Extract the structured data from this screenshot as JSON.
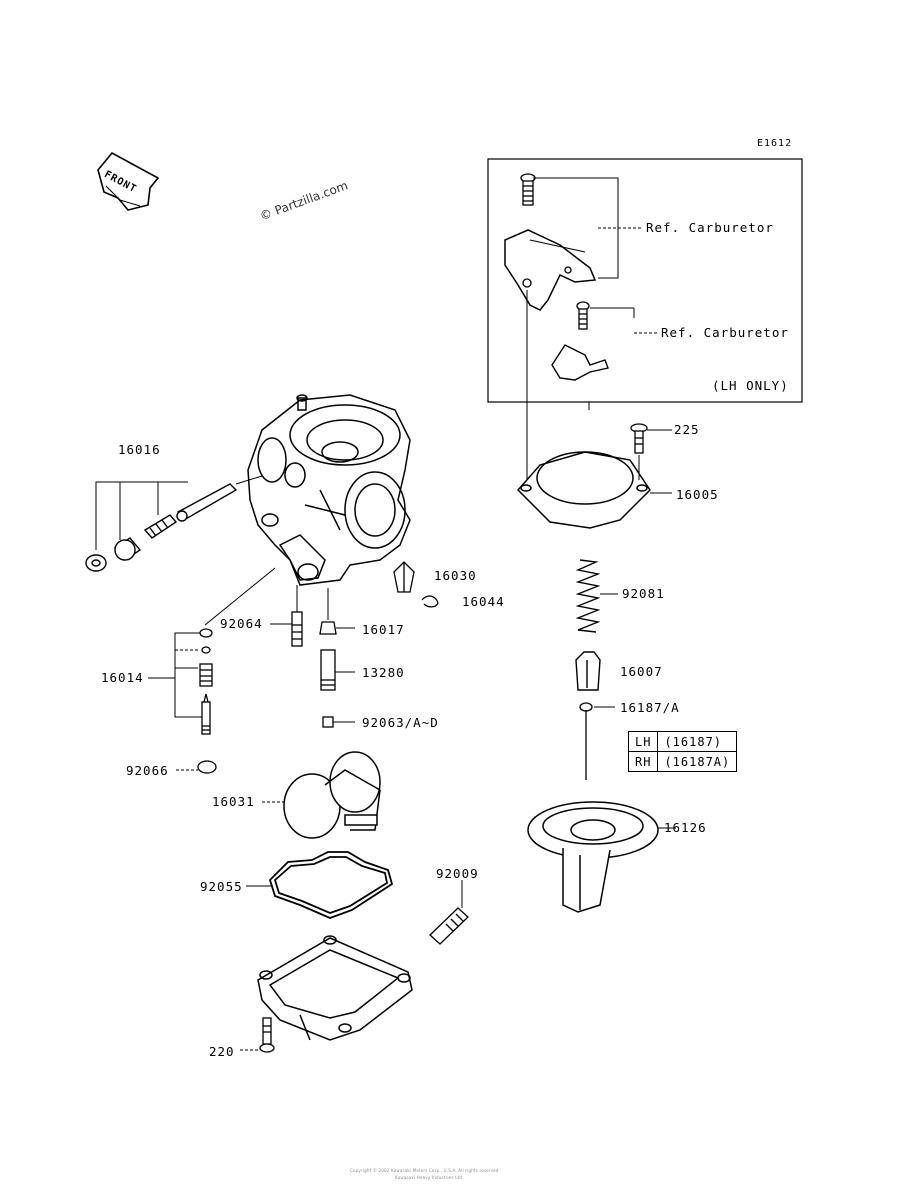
{
  "diagram_code": "E1612",
  "watermark": "© Partzilla.com",
  "front_label": "FRONT",
  "ref_labels": [
    "Ref. Carburetor",
    "Ref. Carburetor"
  ],
  "lh_only": "(LH ONLY)",
  "parts": {
    "p16016": "16016",
    "p16014": "16014",
    "p92064": "92064",
    "p92066": "92066",
    "p16031": "16031",
    "p92055": "92055",
    "p220": "220",
    "p92009": "92009",
    "p16030": "16030",
    "p16044": "16044",
    "p16017": "16017",
    "p13280": "13280",
    "p92063": "92063/A~D",
    "p225": "225",
    "p16005": "16005",
    "p92081": "92081",
    "p16007": "16007",
    "p16187": "16187/A",
    "p16126": "16126"
  },
  "variant_table": [
    {
      "side": "LH",
      "part": "(16187)"
    },
    {
      "side": "RH",
      "part": "(16187A)"
    }
  ],
  "footer_lines": [
    "Copyright © 2002 Kawasaki Motors Corp., U.S.A. All rights reserved",
    "Kawasaki Heavy Industries Ltd."
  ]
}
